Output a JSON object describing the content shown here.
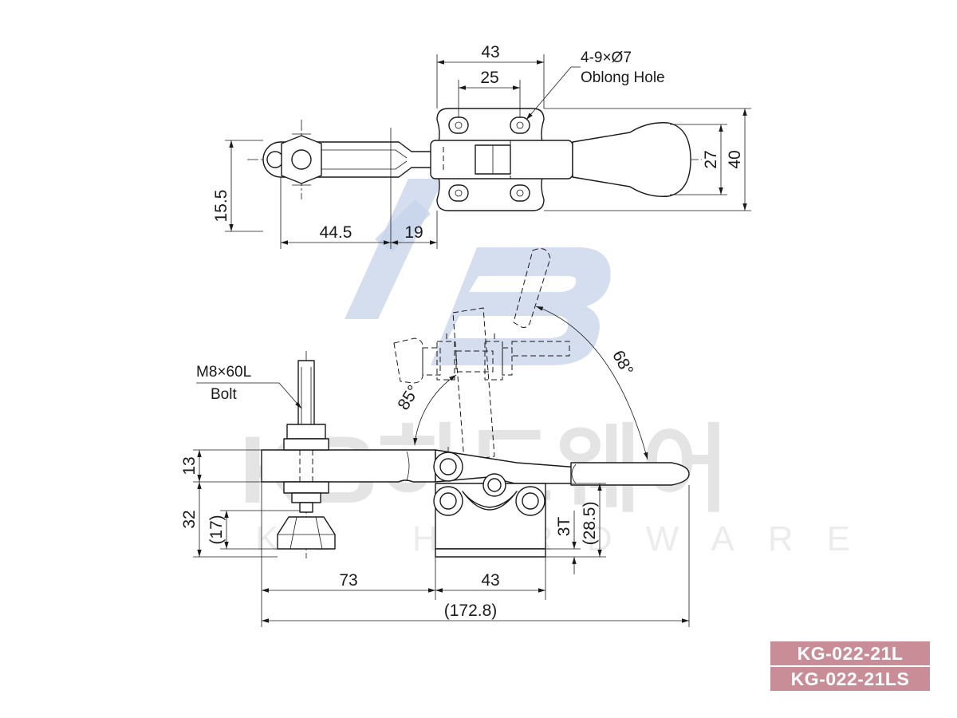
{
  "watermark": {
    "logo": "KB",
    "korean": "KB하드웨어",
    "english": "KB HARDWARE"
  },
  "top_view": {
    "dims": {
      "width_outer": "43",
      "width_inner": "25",
      "hole_spec": "4-9×Ø7",
      "hole_name": "Oblong Hole",
      "height_inner": "27",
      "height_outer": "40",
      "offset_left": "15.5",
      "spindle_len": "44.5",
      "spindle_gap": "19"
    }
  },
  "side_view": {
    "dims": {
      "bolt_spec": "M8×60L",
      "bolt_name": "Bolt",
      "arm_thick": "13",
      "spindle_h": "32",
      "spindle_h2": "(17)",
      "base_thick": "3T",
      "pivot_h": "(28.5)",
      "reach": "73",
      "base_w": "43",
      "total_len": "(172.8)",
      "angle_open": "85°",
      "angle_handle": "68°"
    }
  },
  "models": [
    "KG-022-21L",
    "KG-022-21LS"
  ]
}
